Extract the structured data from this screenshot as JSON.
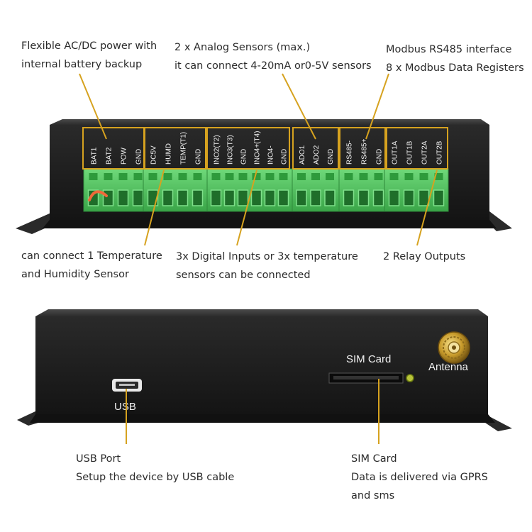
{
  "captions": {
    "power": [
      "Flexible AC/DC power with",
      "internal battery backup"
    ],
    "analog": [
      "2 x Analog Sensors (max.)",
      "it can connect 4-20mA or0-5V sensors"
    ],
    "modbus": [
      "Modbus RS485 interface",
      "8 x Modbus Data Registers"
    ],
    "temp_humidity": [
      "can connect 1 Temperature",
      "and Humidity Sensor"
    ],
    "digital": [
      "3x Digital Inputs or 3x temperature",
      "sensors can be connected"
    ],
    "relay": [
      "2 Relay Outputs"
    ],
    "usb": [
      "USB Port",
      "Setup the device by USB cable"
    ],
    "sim": [
      "SIM Card",
      "Data is delivered via GPRS",
      "and sms"
    ]
  },
  "terminals": {
    "power_group": [
      "BAT1",
      "BAT2",
      "POW",
      "GND"
    ],
    "sensor_group": [
      "DC5V",
      "HUMD",
      "TEMP(T1)",
      "GND"
    ],
    "digital_group": [
      "INO2(T2)",
      "INO3(T3)",
      "GND",
      "INO4+(T4)",
      "INO4-",
      "GND"
    ],
    "analog_group": [
      "ADO1",
      "ADO2",
      "GND"
    ],
    "modbus_group": [
      "RS485-",
      "RS485+",
      "GND"
    ],
    "relay_group": [
      "OUT1A",
      "OUT1B",
      "OUT2A",
      "OUT2B"
    ]
  },
  "back_panel": {
    "usb_label": "USB",
    "sim_label": "SIM  Card",
    "antenna_label": "Antenna"
  },
  "colors": {
    "callout_line": "#d6a21f",
    "terminal_green": "#4fbf5a",
    "case_black": "#1b1b1b"
  }
}
